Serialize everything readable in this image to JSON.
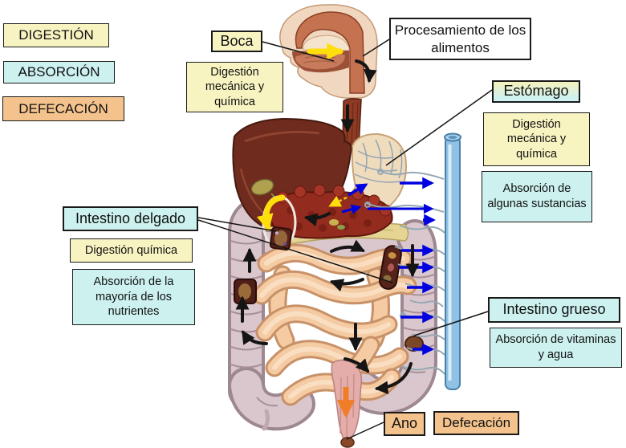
{
  "legend": {
    "digestion": "DIGESTIÓN",
    "absorcion": "ABSORCIÓN",
    "defecacion": "DEFECACIÓN"
  },
  "mouth": {
    "title": "Boca",
    "digestion_note": "Digestión mecánica y química"
  },
  "processing": {
    "title": "Procesamiento de los alimentos"
  },
  "stomach": {
    "title": "Estómago",
    "digestion_note": "Digestión mecánica y química",
    "absorption_note": "Absorción de algunas sustancias"
  },
  "small_intestine": {
    "title": "Intestino delgado",
    "digestion_note": "Digestión química",
    "absorption_note": "Absorción de la mayoría de los nutrientes"
  },
  "large_intestine": {
    "title": "Intestino grueso",
    "absorption_note": "Absorción de vitaminas y agua"
  },
  "anus": {
    "title": "Ano",
    "note": "Defecación"
  },
  "colors": {
    "digestion_box": "#F8F4C2",
    "absorption_box": "#CCF1EF",
    "defecation_box": "#F4C38D",
    "processing_box": "#FFFFFF",
    "absorption_arrow_blue": "#0000E0",
    "transit_arrow_black": "#151515",
    "food_arrow_yellow": "#FFDF0A",
    "defecation_arrow_orange": "#F07D28",
    "blood_vessel_blue": "#8FC2E4"
  }
}
